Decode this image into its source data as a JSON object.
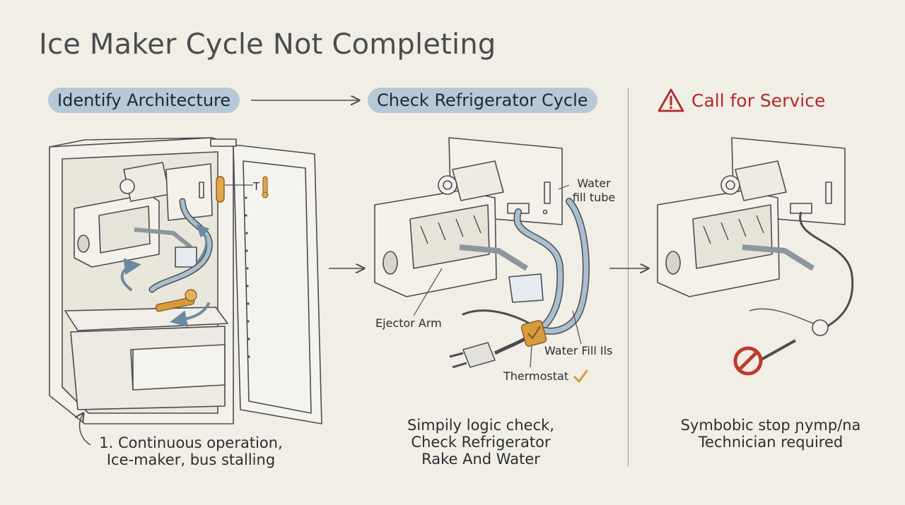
{
  "title": "Ice Maker Cycle Not Completing",
  "steps": [
    {
      "label": "Identify Architecture"
    },
    {
      "label": "Check Refrigerator Cycle"
    },
    {
      "label": "Call for Service"
    }
  ],
  "labels": {
    "thermo_t": "T",
    "water_tube": "Water fill tube",
    "ejector_arm": "Ejector Arm",
    "water_fill": "Water Fill Ils",
    "thermostat": "Thermostat"
  },
  "captions": {
    "step1": "1. Continuous operation, Ice-maker, bus stalling",
    "step2": "Simpily logic check, Check Refrigerator Rake And Water",
    "step3": "Symbobic stop ɲymp/na Technician required"
  },
  "colors": {
    "pill_bg": "#b7c8d6",
    "service_red": "#b42a2a",
    "tube_blue": "#9fb6c8",
    "brass": "#d99a3c",
    "stop_red": "#c0392b",
    "line": "#4a4d50"
  },
  "icons": [
    "warning-icon",
    "check-icon",
    "stop-icon",
    "arrow-right-icon",
    "thermometer-icon",
    "plug-icon"
  ]
}
